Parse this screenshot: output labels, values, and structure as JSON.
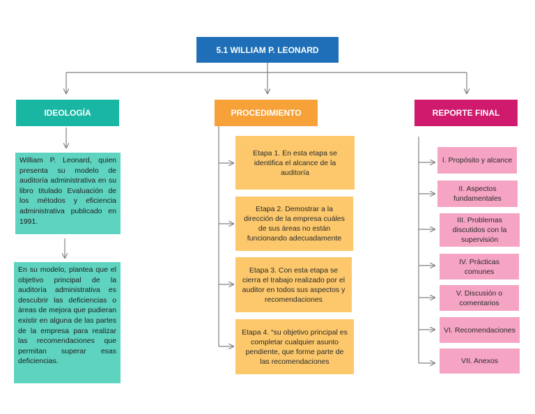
{
  "title": "5.1 WILLIAM P. LEONARD",
  "colors": {
    "title_bg": "#1f6fb8",
    "ideologia": "#18b6a3",
    "procedimiento": "#f7a239",
    "reporte": "#cf1a6e",
    "teal_box": "#5ed3c0",
    "orange_box": "#fcc86b",
    "pink_box": "#f5a4c4",
    "connector": "#808080"
  },
  "ideologia": {
    "label": "IDEOLOGÍA",
    "boxes": [
      "William P. Leonard, quien presenta su modelo de auditoría administrativa en su libro titulado Evaluación de los métodos y eficiencia administrativa publicado en 1991.",
      "En su modelo, plantea que el objetivo principal de la auditoría administrativa es descubrir las deficiencias o áreas de mejora que pudieran existir en alguna de las partes de la empresa para realizar las recomendaciones que permitan superar esas deficiencias."
    ]
  },
  "procedimiento": {
    "label": "PROCEDIMIENTO",
    "steps": [
      "Etapa 1. En esta etapa se identifica el alcance de la auditoría",
      "Etapa 2. Demostrar a la dirección de la empresa cuáles de sus áreas no están funcionando adecuadamente",
      "Etapa 3. Con esta etapa se cierra el trabajo realizado por el auditor en todos sus aspectos y recomendaciones",
      "Etapa 4. “su objetivo principal es completar cualquier asunto pendiente, que forme parte de las recomendaciones"
    ]
  },
  "reporte": {
    "label": "REPORTE FINAL",
    "items": [
      "I. Propósito y alcance",
      "II. Aspectos fundamentales",
      "III. Problemas discutidos con la supervisión",
      "IV. Prácticas comunes",
      "V. Discusión o comentarios",
      "VI. Recomendaciones",
      "VII. Anexos"
    ]
  }
}
